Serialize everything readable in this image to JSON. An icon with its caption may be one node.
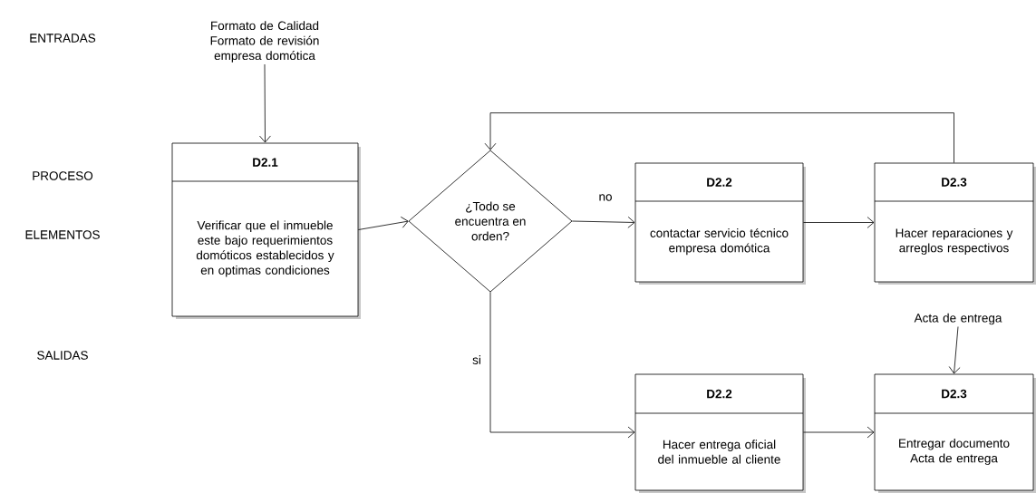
{
  "diagram": {
    "nodes": [
      {
        "text": [
          "Formato de Calidad Formato de revisión empresa domótica"
        ]
      },
      {
        "text": [
          "D2.1",
          "Verificar que el inmueble este bajo requerimientos domóticos establecidos y en optimas condiciones"
        ]
      },
      {
        "text": [
          "¿Todo se encuentra en orden?"
        ]
      },
      {
        "text": [
          "D2.2",
          "contactar servicio técnico empresa domótica"
        ]
      },
      {
        "text": [
          "D2.3",
          "Hacer reparaciones y arreglos respectivos"
        ]
      },
      {
        "text": [
          "Acta de entrega"
        ]
      },
      {
        "text": [
          "D2.2",
          "Hacer entrega oficial del inmueble al cliente"
        ]
      },
      {
        "text": [
          "D2.3",
          "Entregar documento Acta de entrega"
        ]
      }
    ],
    "edges": [
      {
        "from": 0,
        "to": 1,
        "arrow": "to"
      },
      {
        "from": 1,
        "to": 2,
        "arrow": "to"
      },
      {
        "from": 2,
        "to": 3,
        "arrow": "to",
        "label": "no"
      },
      {
        "from": 3,
        "to": 4,
        "arrow": "to"
      },
      {
        "from": 4,
        "to": 2,
        "arrow": "to"
      },
      {
        "from": 2,
        "to": 6,
        "arrow": "to",
        "label": "si"
      },
      {
        "from": 6,
        "to": 7,
        "arrow": "to"
      },
      {
        "from": 5,
        "to": 7,
        "arrow": "to"
      }
    ],
    "labels": [
      "ENTRADAS",
      "PROCESO",
      "ELEMENTOS",
      "SALIDAS"
    ]
  }
}
